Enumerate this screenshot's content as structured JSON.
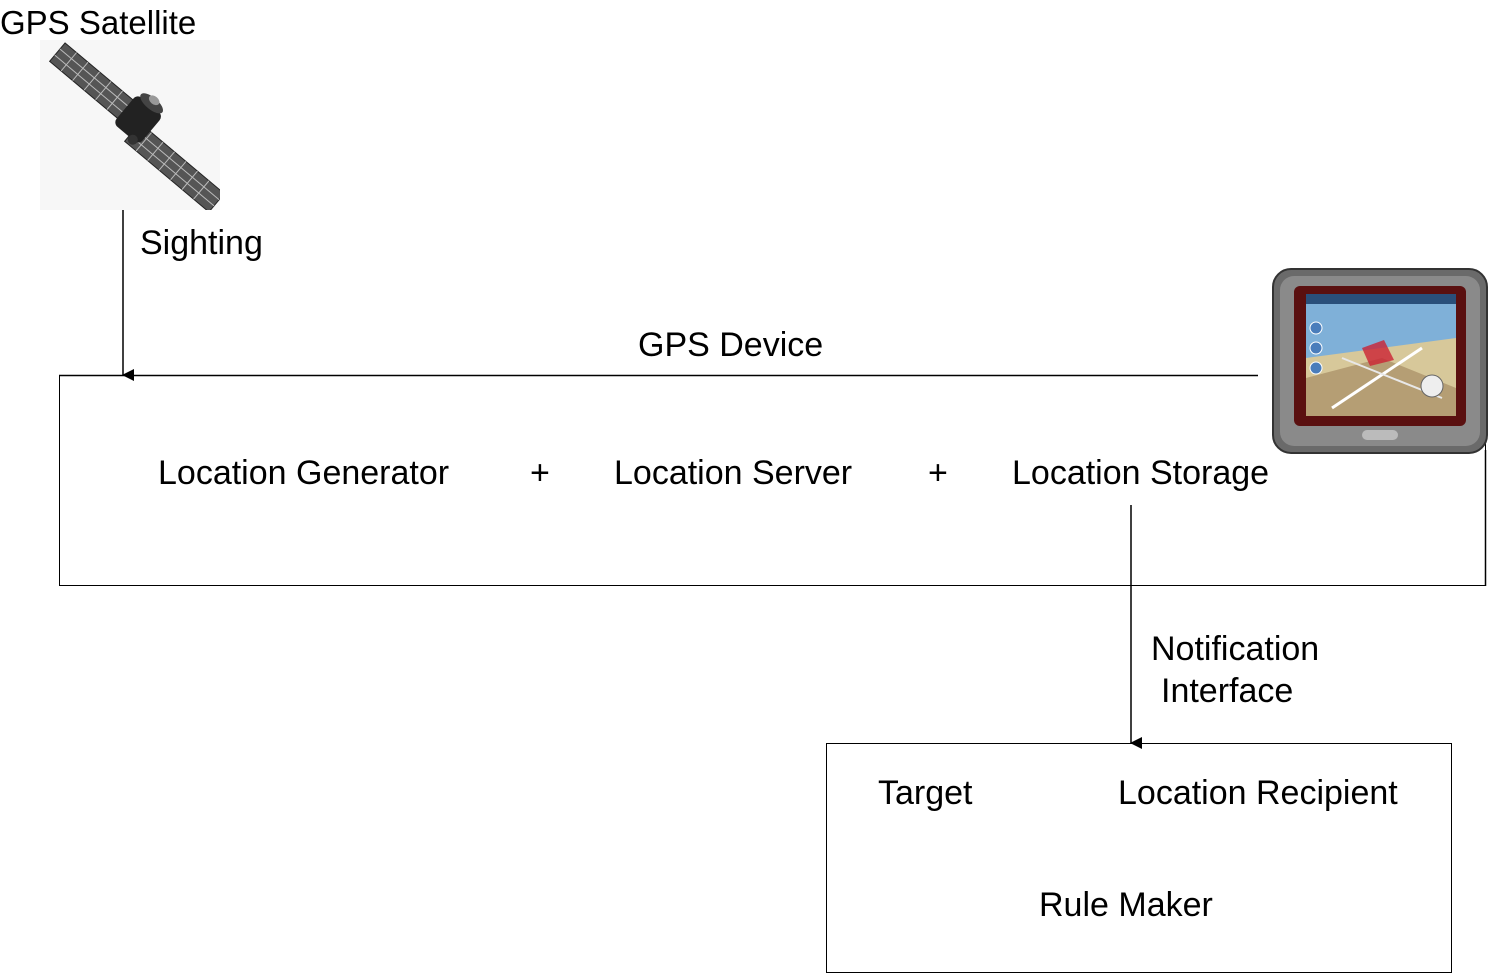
{
  "satellite": {
    "label": "GPS Satellite",
    "icon": "satellite-icon"
  },
  "sighting_label": "Sighting",
  "gps_device": {
    "title": "GPS Device",
    "icon": "gps-navigator-icon",
    "components": {
      "generator": "Location Generator",
      "plus1": "+",
      "server": "Location Server",
      "plus2": "+",
      "storage": "Location Storage"
    }
  },
  "notification": {
    "line1": "Notification",
    "line2": "Interface"
  },
  "recipient_box": {
    "target": "Target",
    "recipient": "Location Recipient",
    "rule_maker": "Rule Maker"
  }
}
